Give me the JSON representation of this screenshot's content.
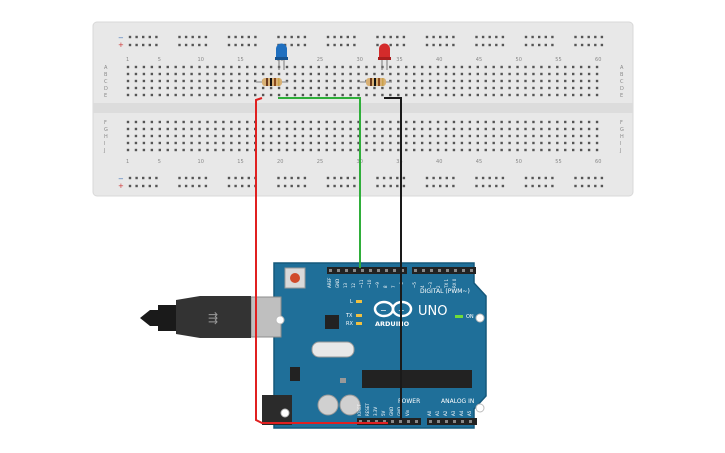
{
  "breadboard": {
    "row_letters_top": [
      "A",
      "B",
      "C",
      "D",
      "E"
    ],
    "row_letters_bottom": [
      "F",
      "G",
      "H",
      "I",
      "J"
    ],
    "column_numbers": [
      "1",
      "5",
      "10",
      "15",
      "20",
      "25",
      "30",
      "35",
      "40",
      "45",
      "50",
      "55",
      "60"
    ],
    "rail_minus": "−",
    "rail_plus": "+"
  },
  "components": {
    "led_blue_color": "#1f6fbf",
    "led_red_color": "#d42b2b",
    "wire_red_color": "#e02020",
    "wire_green_color": "#2fae3a",
    "wire_black_color": "#1a1a1a"
  },
  "arduino": {
    "brand": "ARDUINO",
    "model": "UNO",
    "digital_label": "DIGITAL (PWM~)",
    "analog_label": "ANALOG IN",
    "power_label": "POWER",
    "on_label": "ON",
    "tx_label": "TX",
    "rx_label": "RX",
    "l_label": "L",
    "digital_pins": [
      "AREF",
      "GND",
      "13",
      "12",
      "~11",
      "~10",
      "~9",
      "8",
      "7",
      "~6",
      "~5",
      "4",
      "~3",
      "2",
      "TX 1",
      "RX 0"
    ],
    "power_pins": [
      "IOREF",
      "RESET",
      "3.3V",
      "5V",
      "GND",
      "GND",
      "Vin"
    ],
    "analog_pins": [
      "A0",
      "A1",
      "A2",
      "A3",
      "A4",
      "A5"
    ],
    "board_color": "#1f6f99"
  }
}
